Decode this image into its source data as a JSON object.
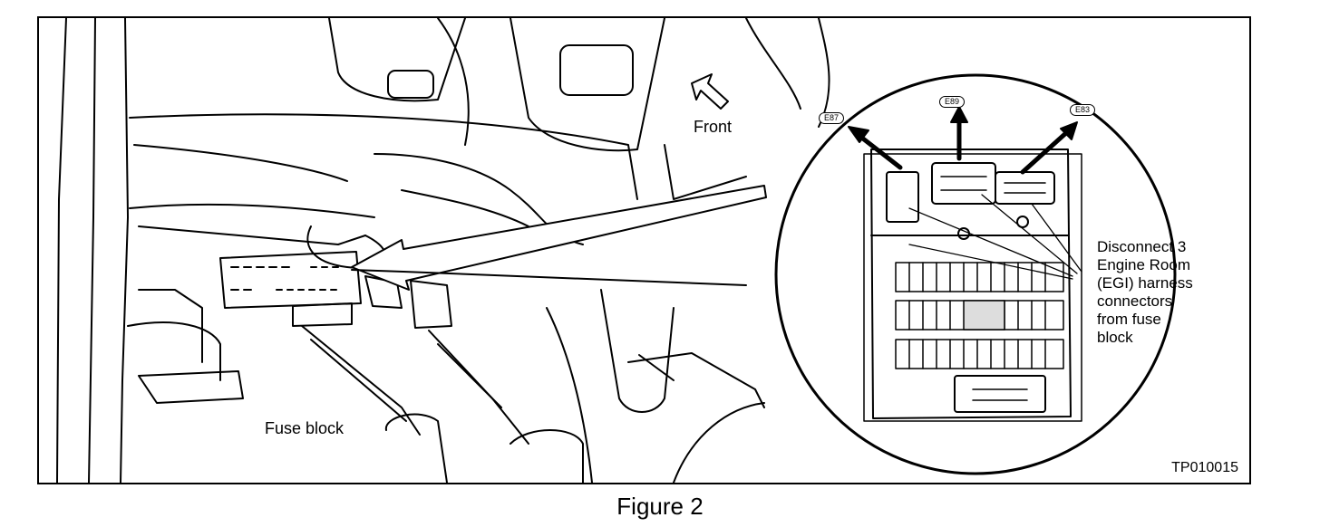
{
  "labels": {
    "front": "Front",
    "fuse_block": "Fuse block",
    "disconnect": [
      "Disconnect 3",
      "Engine Room",
      "(EGI) harness",
      "connectors",
      "from fuse",
      "block"
    ],
    "figure_code": "TP010015"
  },
  "connector_tags": {
    "e87": "E87",
    "e89": "E89",
    "e83": "E83"
  },
  "caption": "Figure 2"
}
